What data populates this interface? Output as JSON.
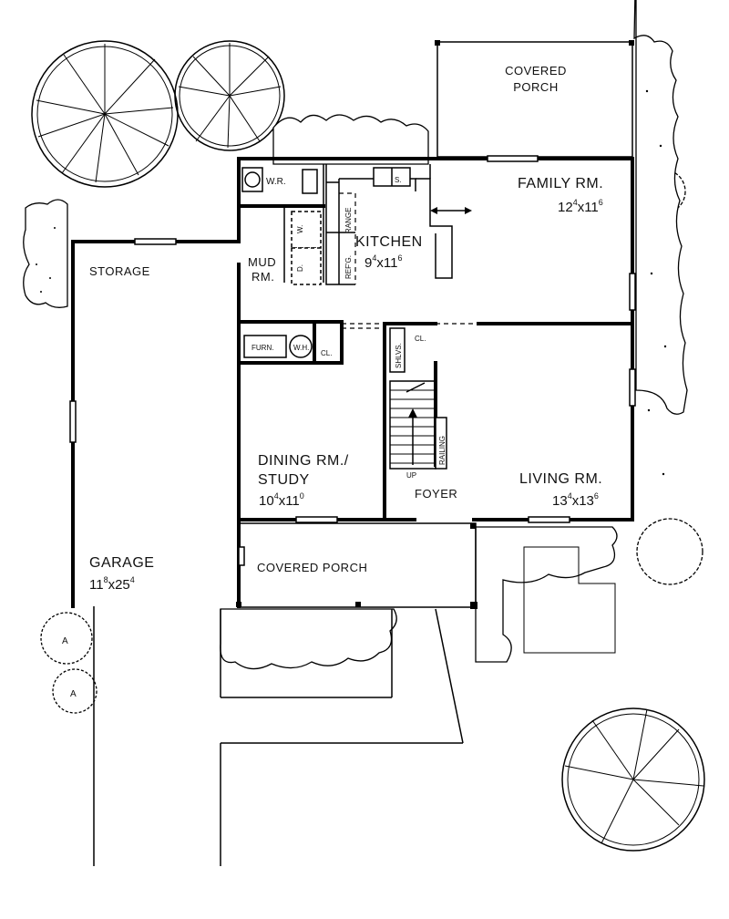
{
  "rooms": {
    "covered_porch_rear": {
      "line1": "COVERED",
      "line2": "PORCH"
    },
    "family_room": {
      "name": "FAMILY RM.",
      "w": "12",
      "w_in": "4",
      "d": "11",
      "d_in": "6"
    },
    "kitchen": {
      "name": "KITCHEN",
      "w": "9",
      "w_in": "4",
      "d": "11",
      "d_in": "6"
    },
    "mud_room": {
      "line1": "MUD",
      "line2": "RM."
    },
    "storage": {
      "name": "STORAGE"
    },
    "dining_study": {
      "line1": "DINING RM./",
      "line2": "STUDY",
      "w": "10",
      "w_in": "4",
      "d": "11",
      "d_in": "0"
    },
    "living_room": {
      "name": "LIVING RM.",
      "w": "13",
      "w_in": "4",
      "d": "13",
      "d_in": "6"
    },
    "foyer": {
      "name": "FOYER"
    },
    "covered_porch_front": {
      "name": "COVERED PORCH"
    },
    "garage": {
      "name": "GARAGE",
      "w": "11",
      "w_in": "8",
      "d": "25",
      "d_in": "4"
    }
  },
  "fixtures": {
    "wr": "W.R.",
    "sink": "S.",
    "range": "RANGE",
    "refg": "REF'G.",
    "washer": "W.",
    "dryer": "D.",
    "furn": "FURN.",
    "wh": "W.H.",
    "closet": "CL.",
    "closet2": "CL.",
    "shelves": "SHLVS.",
    "railing": "RAILING",
    "up": "UP",
    "dim_x": "x"
  }
}
